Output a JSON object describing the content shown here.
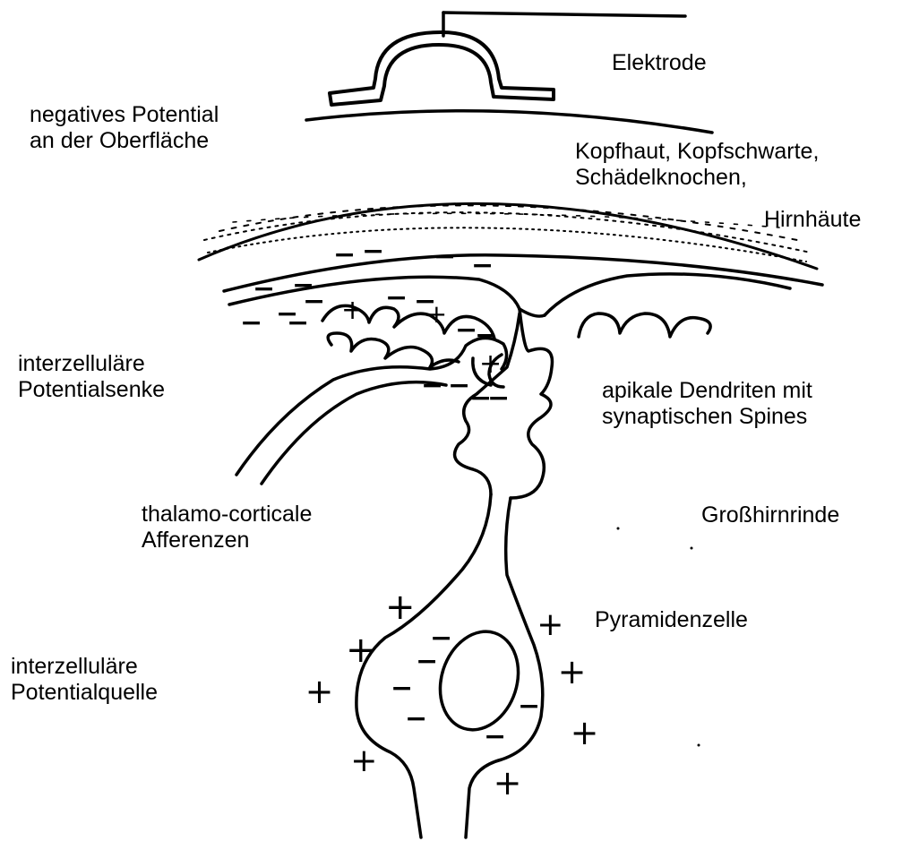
{
  "labels": {
    "electrode": "Elektrode",
    "surface_line1": "negatives Potential",
    "surface_line2": "an der Oberfläche",
    "layers_line1": "Kopfhaut, Kopfschwarte,",
    "layers_line2": "Schädelknochen,",
    "layers_line3": "Hirnhäute",
    "sink_line1": "interzelluläre",
    "sink_line2": "Potentialsenke",
    "dendrites_line1": "apikale Dendriten mit",
    "dendrites_line2": "synaptischen Spines",
    "afferents_line1": "thalamo-corticale",
    "afferents_line2": "Afferenzen",
    "cortex": "Großhirnrinde",
    "pyramidal": "Pyramidenzelle",
    "source_line1": "interzelluläre",
    "source_line2": "Potentialquelle"
  },
  "charges": {
    "negative_sign": "−",
    "positive_sign": "+"
  },
  "colors": {
    "ink": "#000000",
    "paper": "#ffffff"
  }
}
